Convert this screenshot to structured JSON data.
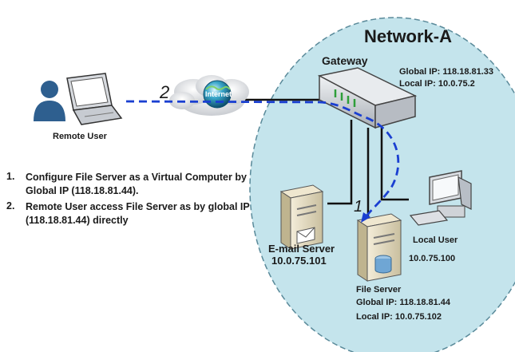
{
  "network_title": "Network-A",
  "gateway": {
    "label": "Gateway",
    "global_ip": "Global IP: 118.18.81.33",
    "local_ip": "Local IP: 10.0.75.2"
  },
  "internet_label": "Internet",
  "remote_user": {
    "label": "Remote User"
  },
  "path_labels": {
    "remote": "2",
    "local": "1"
  },
  "email_server": {
    "label": "E-mail Server",
    "ip": "10.0.75.101"
  },
  "local_user": {
    "label": "Local User",
    "ip": "10.0.75.100"
  },
  "file_server": {
    "label": "File Server",
    "global_ip": "Global IP: 118.18.81.44",
    "local_ip": "Local IP: 10.0.75.102"
  },
  "steps": [
    {
      "num": "1.",
      "text": "Configure File Server  as a Virtual Computer by Global IP (118.18.81.44)."
    },
    {
      "num": "2.",
      "text": "Remote User access File Server as by global IP (118.18.81.44) directly"
    }
  ],
  "colors": {
    "network_fill": "#c4e4ec",
    "network_border": "#5a8a9a",
    "dashed_path": "#1a3fd1",
    "link": "#111111"
  }
}
